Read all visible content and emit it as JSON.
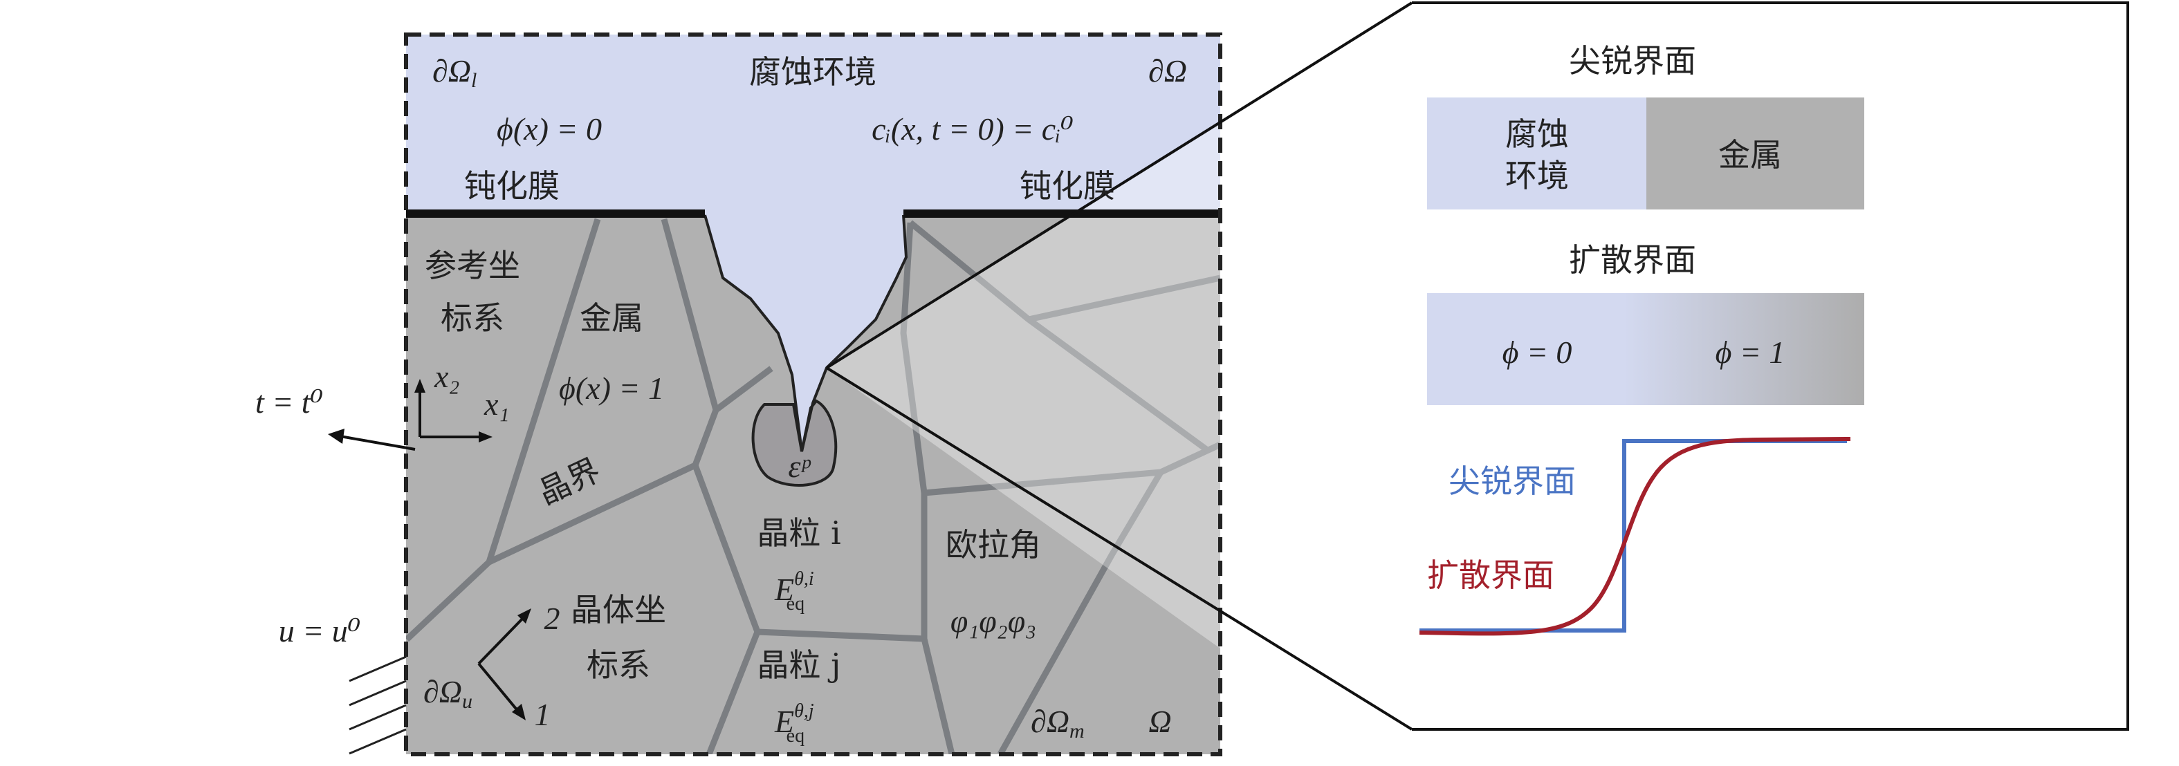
{
  "main": {
    "boundary_top_left": "∂Ω",
    "boundary_top_left_sub": "l",
    "boundary_top_right": "∂Ω",
    "corrosive_env": "腐蚀环境",
    "phi_env": "ϕ(x) = 0",
    "conc_init": "cᵢ(x, t = 0) = cᵢ⁰",
    "passive_film_left": "钝化膜",
    "passive_film_right": "钝化膜",
    "ref_coord_line1": "参考坐",
    "ref_coord_line2": "标系",
    "metal": "金属",
    "phi_metal": "ϕ(x) = 1",
    "x2": "x₂",
    "x1": "x₁",
    "grain_boundary": "晶界",
    "plastic_strain": "εᵖ",
    "grain_i": "晶粒 i",
    "energy_i": "E",
    "energy_i_sup": "θ,i",
    "energy_sub": "eq",
    "euler_angle": "欧拉角",
    "euler_symbols": "φ₁φ₂φ₃",
    "crystal_coord_line1": "晶体坐",
    "crystal_coord_line2": "标系",
    "axis_2": "2",
    "axis_1": "1",
    "boundary_u": "∂Ω",
    "boundary_u_sub": "u",
    "grain_j": "晶粒 j",
    "energy_j": "E",
    "energy_j_sup": "θ,j",
    "boundary_m": "∂Ω",
    "boundary_m_sub": "m",
    "omega": "Ω",
    "time_bc": "t = t⁰",
    "disp_bc": "u = u⁰"
  },
  "inset": {
    "sharp_title": "尖锐界面",
    "sharp_left_line1": "腐蚀",
    "sharp_left_line2": "环境",
    "sharp_right": "金属",
    "diffuse_title": "扩散界面",
    "diffuse_left": "ϕ = 0",
    "diffuse_right": "ϕ = 1",
    "legend_sharp": "尖锐界面",
    "legend_diffuse": "扩散界面"
  },
  "colors": {
    "environment": "#d3d9f0",
    "metal": "#b0b0b0",
    "sharp_curve": "#4a74c4",
    "diffuse_curve": "#a3202b"
  }
}
